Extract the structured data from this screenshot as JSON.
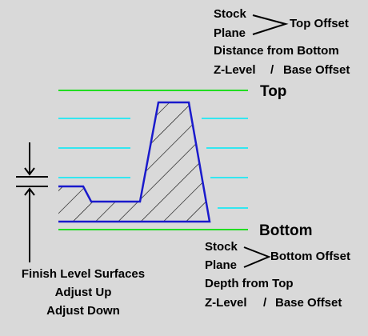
{
  "top_group": {
    "stock": "Stock",
    "plane": "Plane",
    "offset": "Top Offset",
    "distance": "Distance from Bottom",
    "zlevel": "Z-Level",
    "slash": "/",
    "base_offset": "Base Offset"
  },
  "top_label": "Top",
  "bottom_label": "Bottom",
  "bottom_group": {
    "stock": "Stock",
    "plane": "Plane",
    "offset": "Bottom Offset",
    "depth": "Depth from Top",
    "zlevel": "Z-Level",
    "slash": "/",
    "base_offset": "Base Offset"
  },
  "finish_group": {
    "line1": "Finish Level Surfaces",
    "line2": "Adjust Up",
    "line3": "Adjust Down"
  },
  "colors": {
    "background": "#d9d9d9",
    "top_bottom_lines": "#22dd22",
    "level_lines": "#33e6f0",
    "part_outline": "#1a1acc",
    "hatch": "#000000"
  }
}
